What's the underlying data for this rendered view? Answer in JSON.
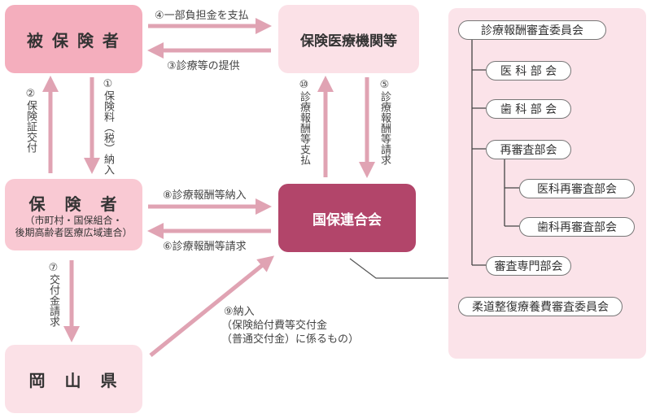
{
  "nodes": {
    "insured": "被 保 険 者",
    "medical": "保険医療機関等",
    "insurer": "保　険　者",
    "insurer_sub1": "（市町村・国保組合・",
    "insurer_sub2": "後期高齢者医療広域連合）",
    "federation": "国保連合会",
    "prefecture": "岡　山　県"
  },
  "flows": {
    "f1": "①保険料（税）納入",
    "f2": "②保険証交付",
    "f3": "③診療等の提供",
    "f4": "④一部負担金を支払",
    "f5": "⑤診療報酬等請求",
    "f6": "⑥診療報酬等請求",
    "f7": "⑦交付金請求",
    "f8": "⑧診療報酬等納入",
    "f9_line1": "⑨納入",
    "f9_line2": "（保険給付費等交付金",
    "f9_line3": "（普通交付金）に係るもの）",
    "f10": "⑩診療報酬等支払"
  },
  "committee": {
    "main": "診療報酬審査委員会",
    "medical_dept": "医 科 部 会",
    "dental_dept": "歯 科 部 会",
    "review_dept": "再審査部会",
    "medical_review": "医科再審査部会",
    "dental_review": "歯科再審査部会",
    "special_dept": "審査専門部会",
    "judo": "柔道整復療養費審査委員会"
  },
  "colors": {
    "arrow": "#e0a3b3",
    "dark_box": "#b2456a",
    "panel": "#fbe3e9"
  }
}
